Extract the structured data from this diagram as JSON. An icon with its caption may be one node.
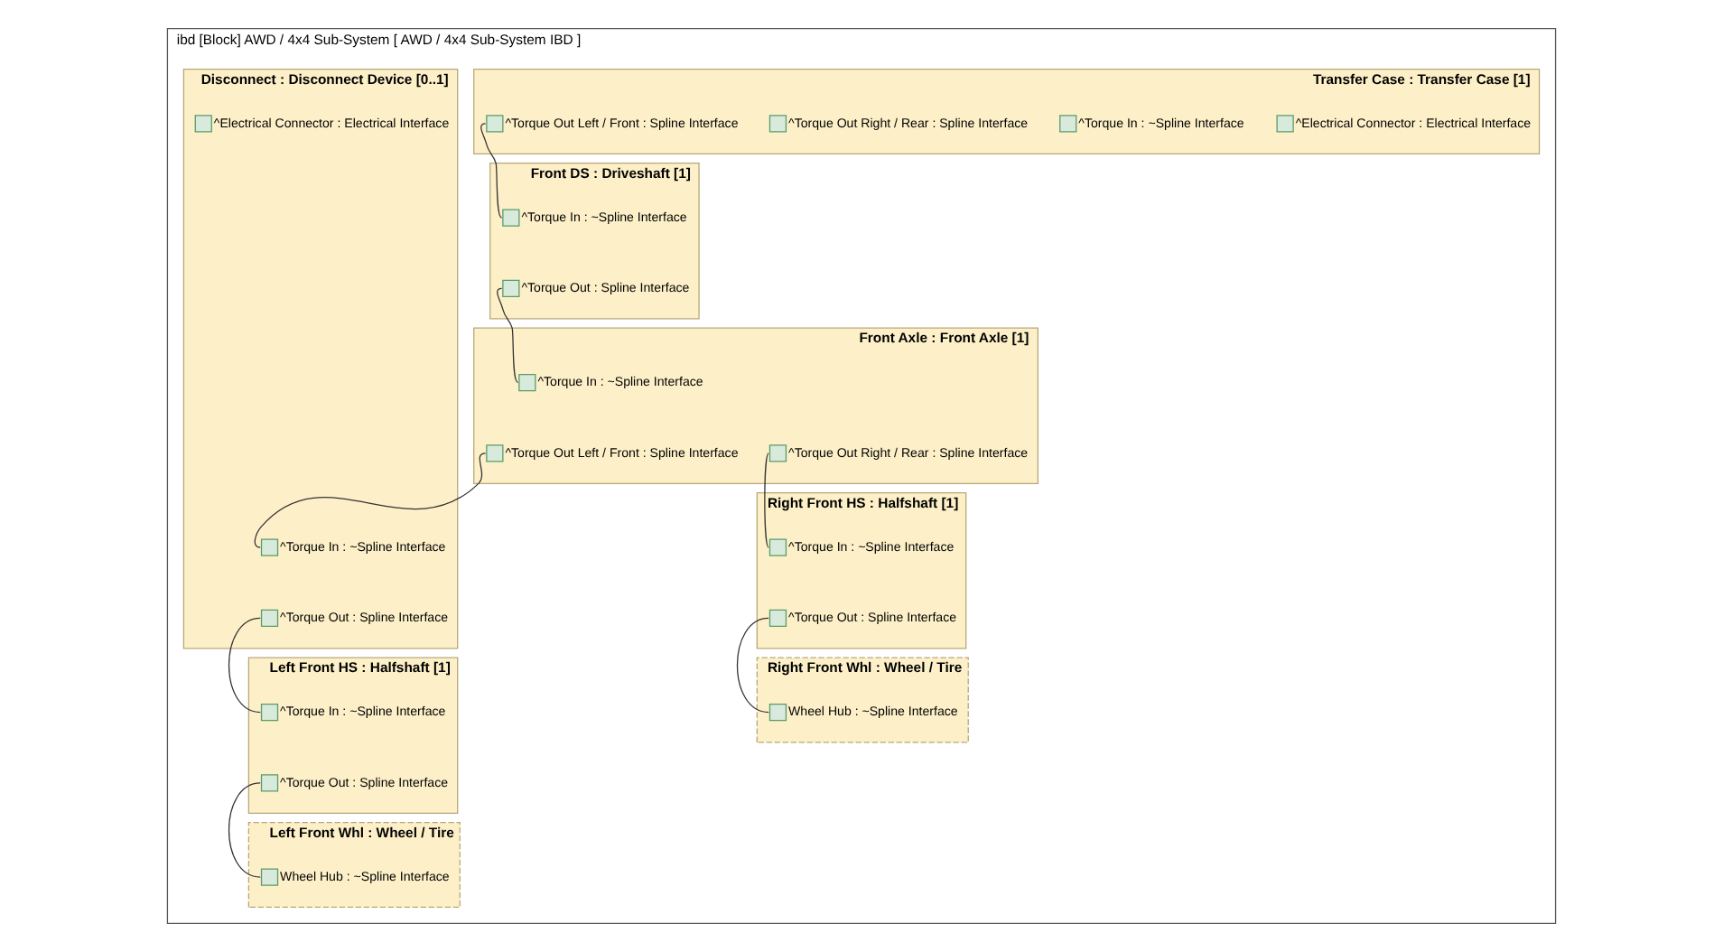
{
  "diagram": {
    "nodes": [
      {
        "text": [
          "ibd [Block] AWD / 4x4 Sub-System [ AWD / 4x4 Sub-System IBD ]"
        ]
      },
      {
        "text": [
          "Transfer Case : Transfer Case [1]"
        ],
        "in": 0
      },
      {
        "text": [],
        "shape": "box",
        "in": 1,
        "beside": [
          "^Electrical Connector : Electrical Interface"
        ]
      },
      {
        "text": [],
        "shape": "box",
        "in": 1,
        "beside": [
          "^Torque In : ~Spline Interface"
        ]
      },
      {
        "text": [],
        "shape": "box",
        "in": 1,
        "beside": [
          "^Torque Out Right / Rear : Spline Interface"
        ]
      },
      {
        "text": [],
        "shape": "box",
        "in": 1,
        "beside": [
          "^Torque Out Left / Front : Spline Interface"
        ]
      },
      {
        "text": [
          "Front DS : Driveshaft [1]"
        ],
        "in": 0
      },
      {
        "text": [],
        "shape": "box",
        "in": 6,
        "beside": [
          "^Torque In : ~Spline Interface"
        ]
      },
      {
        "text": [],
        "shape": "box",
        "in": 6,
        "beside": [
          "^Torque Out : Spline Interface"
        ]
      },
      {
        "text": [
          "Front Axle : Front Axle [1]"
        ],
        "in": 0
      },
      {
        "text": [],
        "shape": "box",
        "in": 9,
        "beside": [
          "^Torque In : ~Spline Interface"
        ]
      },
      {
        "text": [],
        "shape": "box",
        "in": 9,
        "beside": [
          "^Torque Out Right / Rear : Spline Interface"
        ]
      },
      {
        "text": [],
        "shape": "box",
        "in": 9,
        "beside": [
          "^Torque Out Left / Front : Spline Interface"
        ]
      },
      {
        "text": [
          "Disconnect : Disconnect Device [0..1]"
        ],
        "in": 0
      },
      {
        "text": [],
        "shape": "box",
        "in": 13,
        "beside": [
          "^Torque In : ~Spline Interface"
        ]
      },
      {
        "text": [],
        "shape": "box",
        "in": 13,
        "beside": [
          "^Torque Out : Spline Interface"
        ]
      },
      {
        "text": [],
        "shape": "box",
        "in": 13,
        "beside": [
          "^Electrical Connector : Electrical Interface"
        ]
      },
      {
        "text": [
          "Right Front HS : Halfshaft [1]"
        ],
        "in": 0
      },
      {
        "text": [],
        "shape": "box",
        "in": 17,
        "beside": [
          "^Torque In : ~Spline Interface"
        ]
      },
      {
        "text": [],
        "shape": "box",
        "in": 17,
        "beside": [
          "^Torque Out : Spline Interface"
        ]
      },
      {
        "text": [
          "Right Front Whl : Wheel / Tire"
        ],
        "in": 0
      },
      {
        "text": [],
        "shape": "box",
        "in": 20,
        "beside": [
          "Wheel Hub : ~Spline Interface"
        ]
      },
      {
        "text": [
          "Left Front HS : Halfshaft [1]"
        ],
        "in": 0
      },
      {
        "text": [],
        "shape": "box",
        "in": 22,
        "beside": [
          "^Torque In : ~Spline Interface"
        ]
      },
      {
        "text": [],
        "shape": "box",
        "in": 22,
        "beside": [
          "^Torque Out : Spline Interface"
        ]
      },
      {
        "text": [
          "Left Front Whl : Wheel / Tire"
        ],
        "in": 0
      },
      {
        "text": [],
        "shape": "box",
        "in": 25,
        "beside": [
          "Wheel Hub : ~Spline Interface"
        ]
      }
    ],
    "edges": [
      {
        "from": 5,
        "to": 7,
        "arrow": "none"
      },
      {
        "from": 8,
        "to": 10,
        "arrow": "none"
      },
      {
        "from": 12,
        "to": 14,
        "arrow": "none"
      },
      {
        "from": 11,
        "to": 18,
        "arrow": "none"
      },
      {
        "from": 15,
        "to": 23,
        "arrow": "none"
      },
      {
        "from": 19,
        "to": 21,
        "arrow": "none"
      },
      {
        "from": 24,
        "to": 26,
        "arrow": "none"
      }
    ]
  }
}
